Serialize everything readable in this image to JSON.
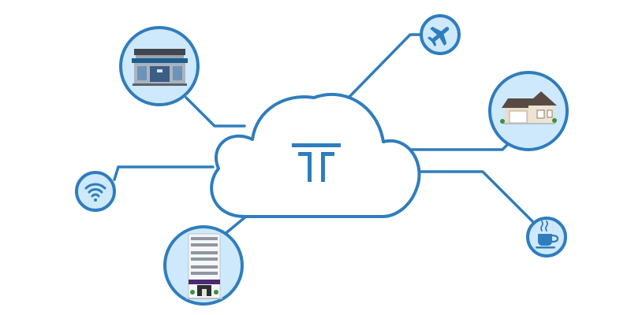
{
  "diagram": {
    "center": {
      "icon": "t-logo-icon"
    },
    "nodes": [
      {
        "id": "storefront",
        "icon": "storefront-icon"
      },
      {
        "id": "airplane",
        "icon": "airplane-icon"
      },
      {
        "id": "house",
        "icon": "house-icon"
      },
      {
        "id": "wifi",
        "icon": "wifi-icon"
      },
      {
        "id": "office-building",
        "icon": "office-building-icon"
      },
      {
        "id": "coffee",
        "icon": "coffee-cup-icon"
      }
    ]
  },
  "colors": {
    "stroke": "#2f7dbd",
    "node_fill": "#cde9fb",
    "cloud_fill": "#ffffff",
    "building_gray": "#8e96a0",
    "accent_purple": "#4a2a72",
    "roof_brown": "#5a4a44",
    "wall_beige": "#e9dcc8",
    "plant_green": "#3f8f3a"
  }
}
